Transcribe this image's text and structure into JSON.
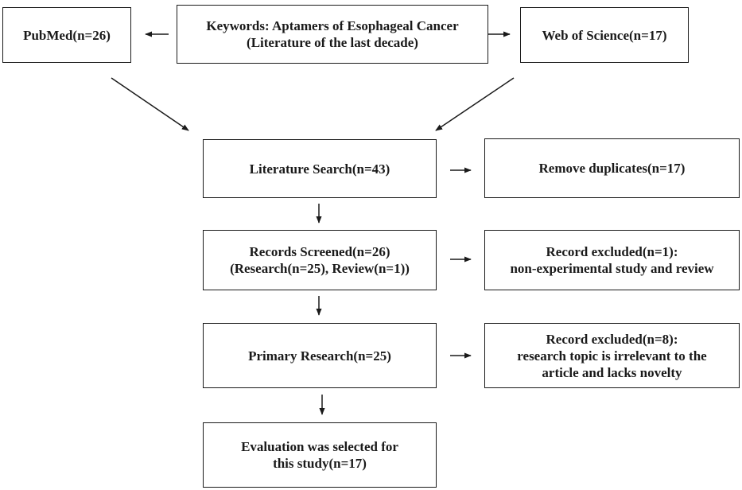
{
  "keywords": {
    "line1": "Keywords: Aptamers of Esophageal Cancer",
    "line2": "(Literature of the last decade)"
  },
  "pubmed": {
    "label": "PubMed(n=26)"
  },
  "web_of_science": {
    "label": "Web of Science(n=17)"
  },
  "literature_search": {
    "label": "Literature Search(n=43)"
  },
  "remove_duplicates": {
    "label": "Remove duplicates(n=17)"
  },
  "records_screened": {
    "line1": "Records Screened(n=26)",
    "line2": "(Research(n=25), Review(n=1))"
  },
  "excluded_1": {
    "line1": "Record excluded(n=1):",
    "line2": "non-experimental study and review"
  },
  "primary_research": {
    "label": "Primary Research(n=25)"
  },
  "excluded_8": {
    "line1": "Record excluded(n=8):",
    "line2": "research topic is irrelevant to the",
    "line3": "article and lacks novelty"
  },
  "evaluation": {
    "line1": "Evaluation was selected for",
    "line2": "this study(n=17)"
  },
  "colors": {
    "stroke": "#1a1a1a",
    "background": "#ffffff"
  }
}
